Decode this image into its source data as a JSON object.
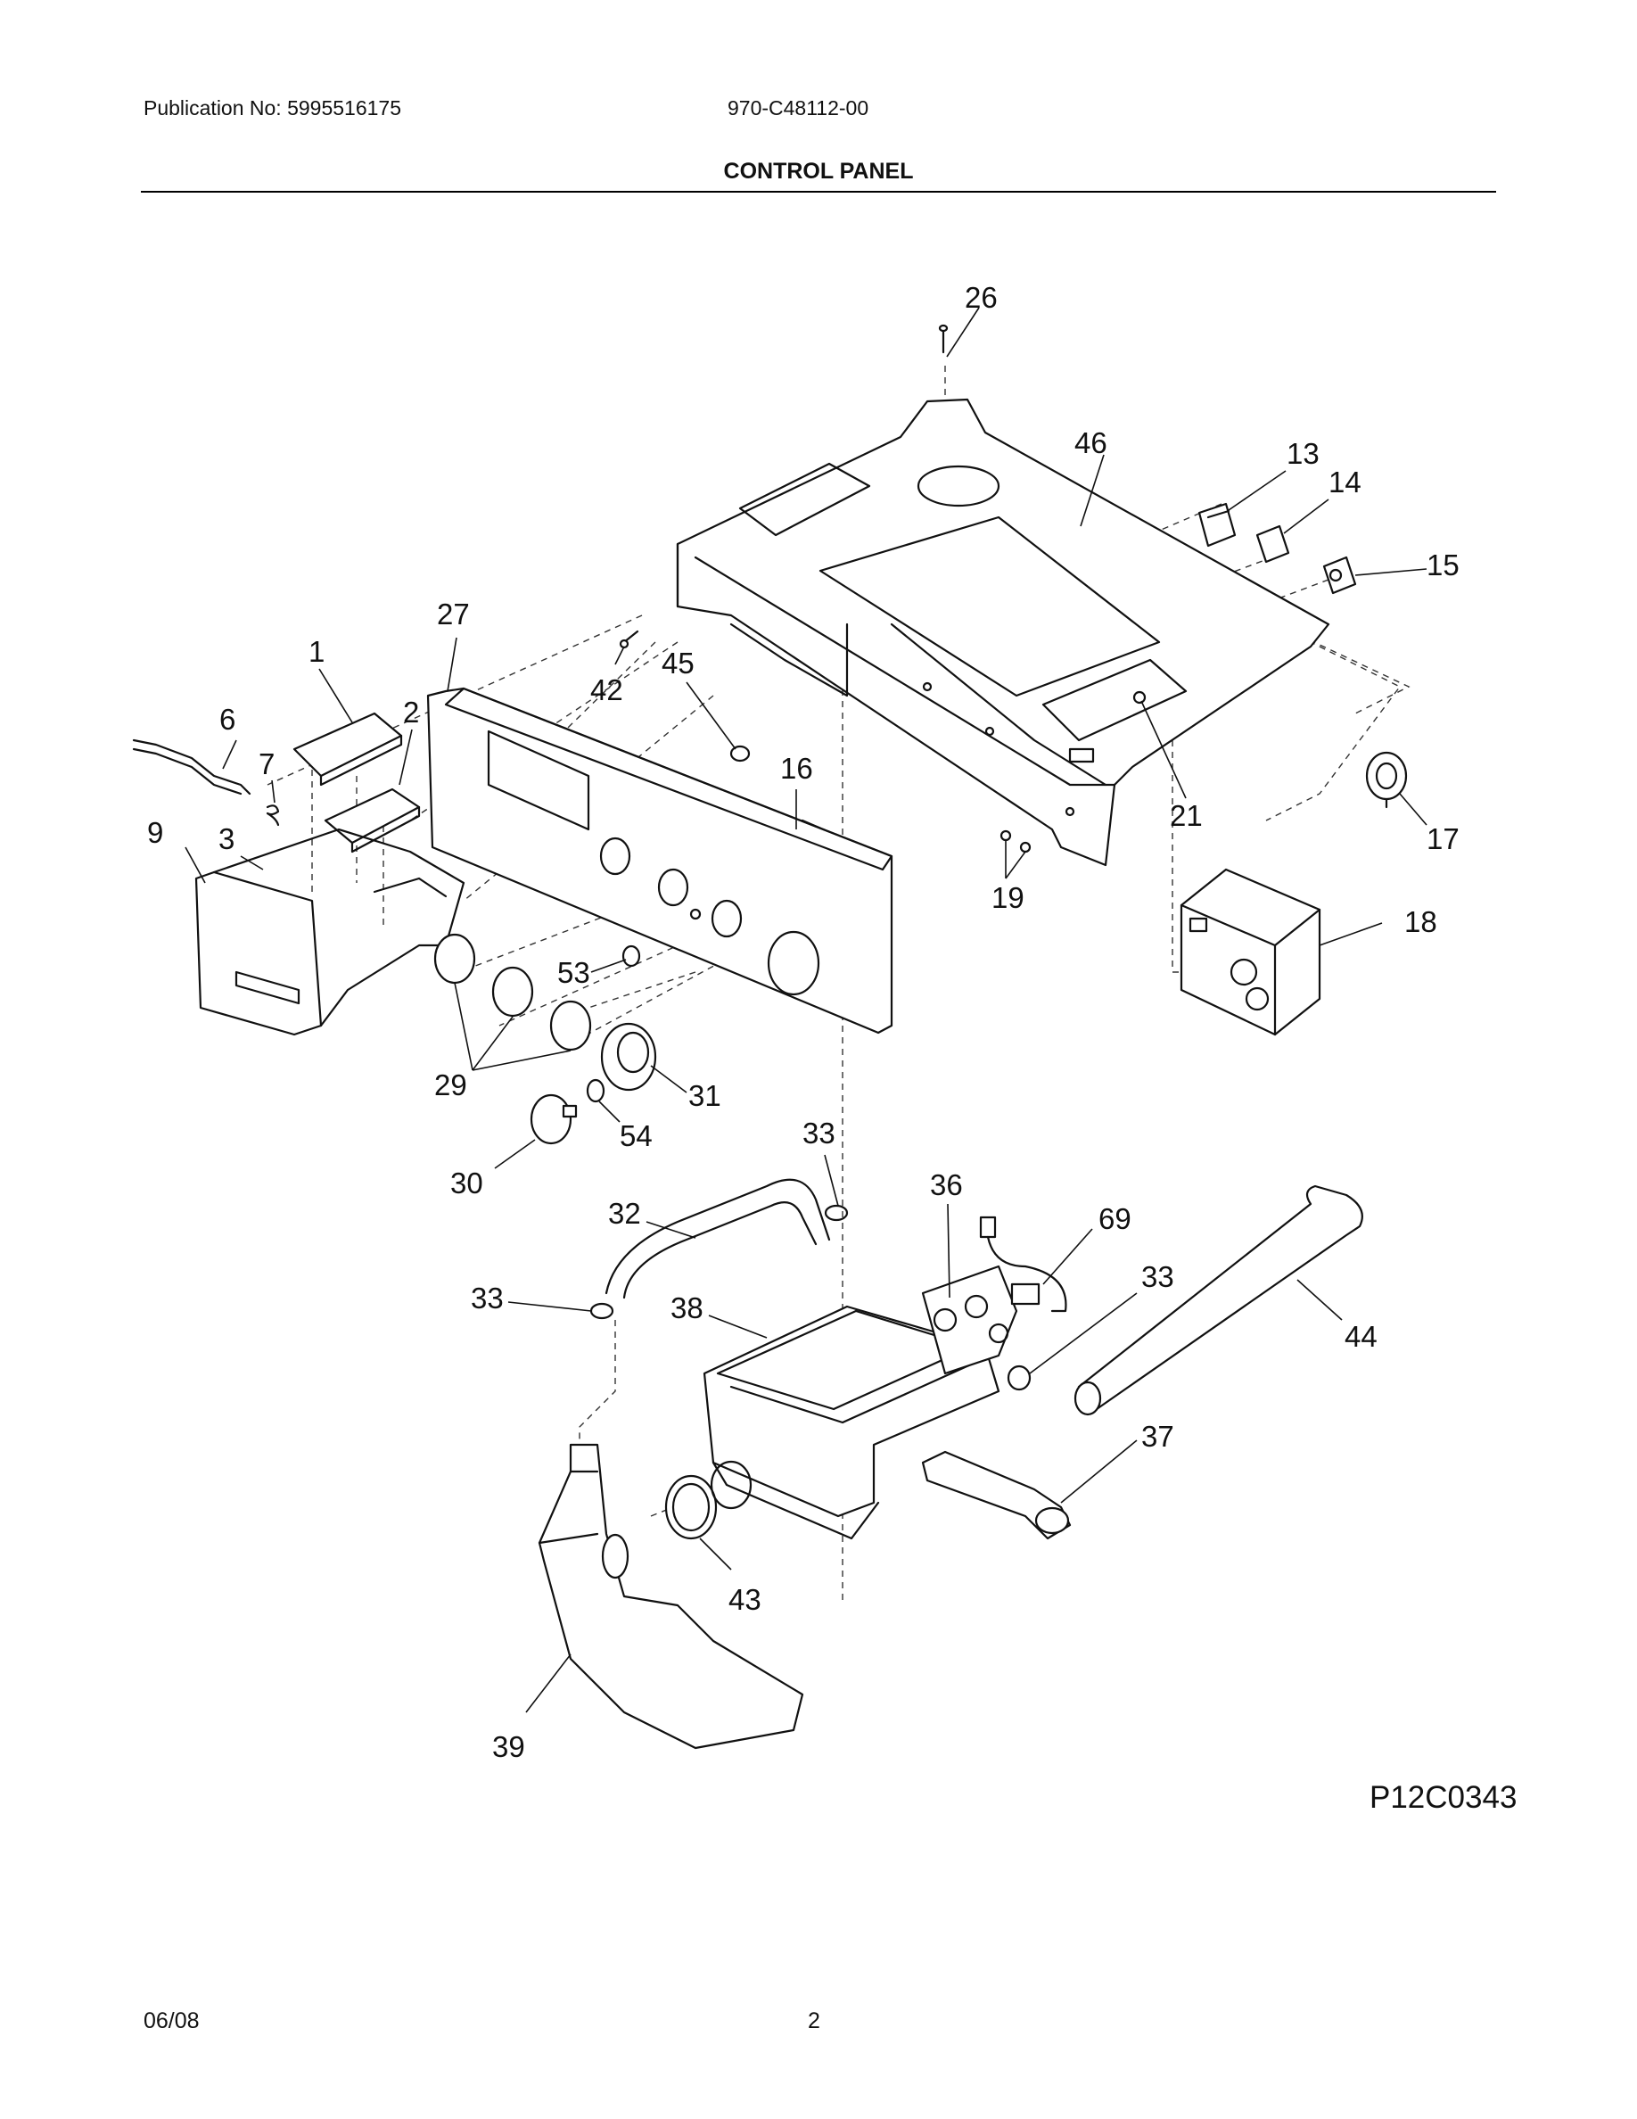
{
  "header": {
    "publication": "Publication No: 5995516175",
    "model": "970-C48112-00",
    "title": "CONTROL PANEL"
  },
  "diagram": {
    "code": "P12C0343",
    "callouts": {
      "c26": "26",
      "c46": "46",
      "c13": "13",
      "c14": "14",
      "c15": "15",
      "c27": "27",
      "c1": "1",
      "c45": "45",
      "c42": "42",
      "c6": "6",
      "c2": "2",
      "c7": "7",
      "c16": "16",
      "c9": "9",
      "c3": "3",
      "c21": "21",
      "c17": "17",
      "c19": "19",
      "c18": "18",
      "c53": "53",
      "c29": "29",
      "c31": "31",
      "c54": "54",
      "c33a": "33",
      "c30": "30",
      "c36": "36",
      "c32": "32",
      "c69": "69",
      "c33b": "33",
      "c33c": "33",
      "c38": "38",
      "c44": "44",
      "c37": "37",
      "c43": "43",
      "c39": "39"
    }
  },
  "footer": {
    "date": "06/08",
    "page": "2"
  }
}
